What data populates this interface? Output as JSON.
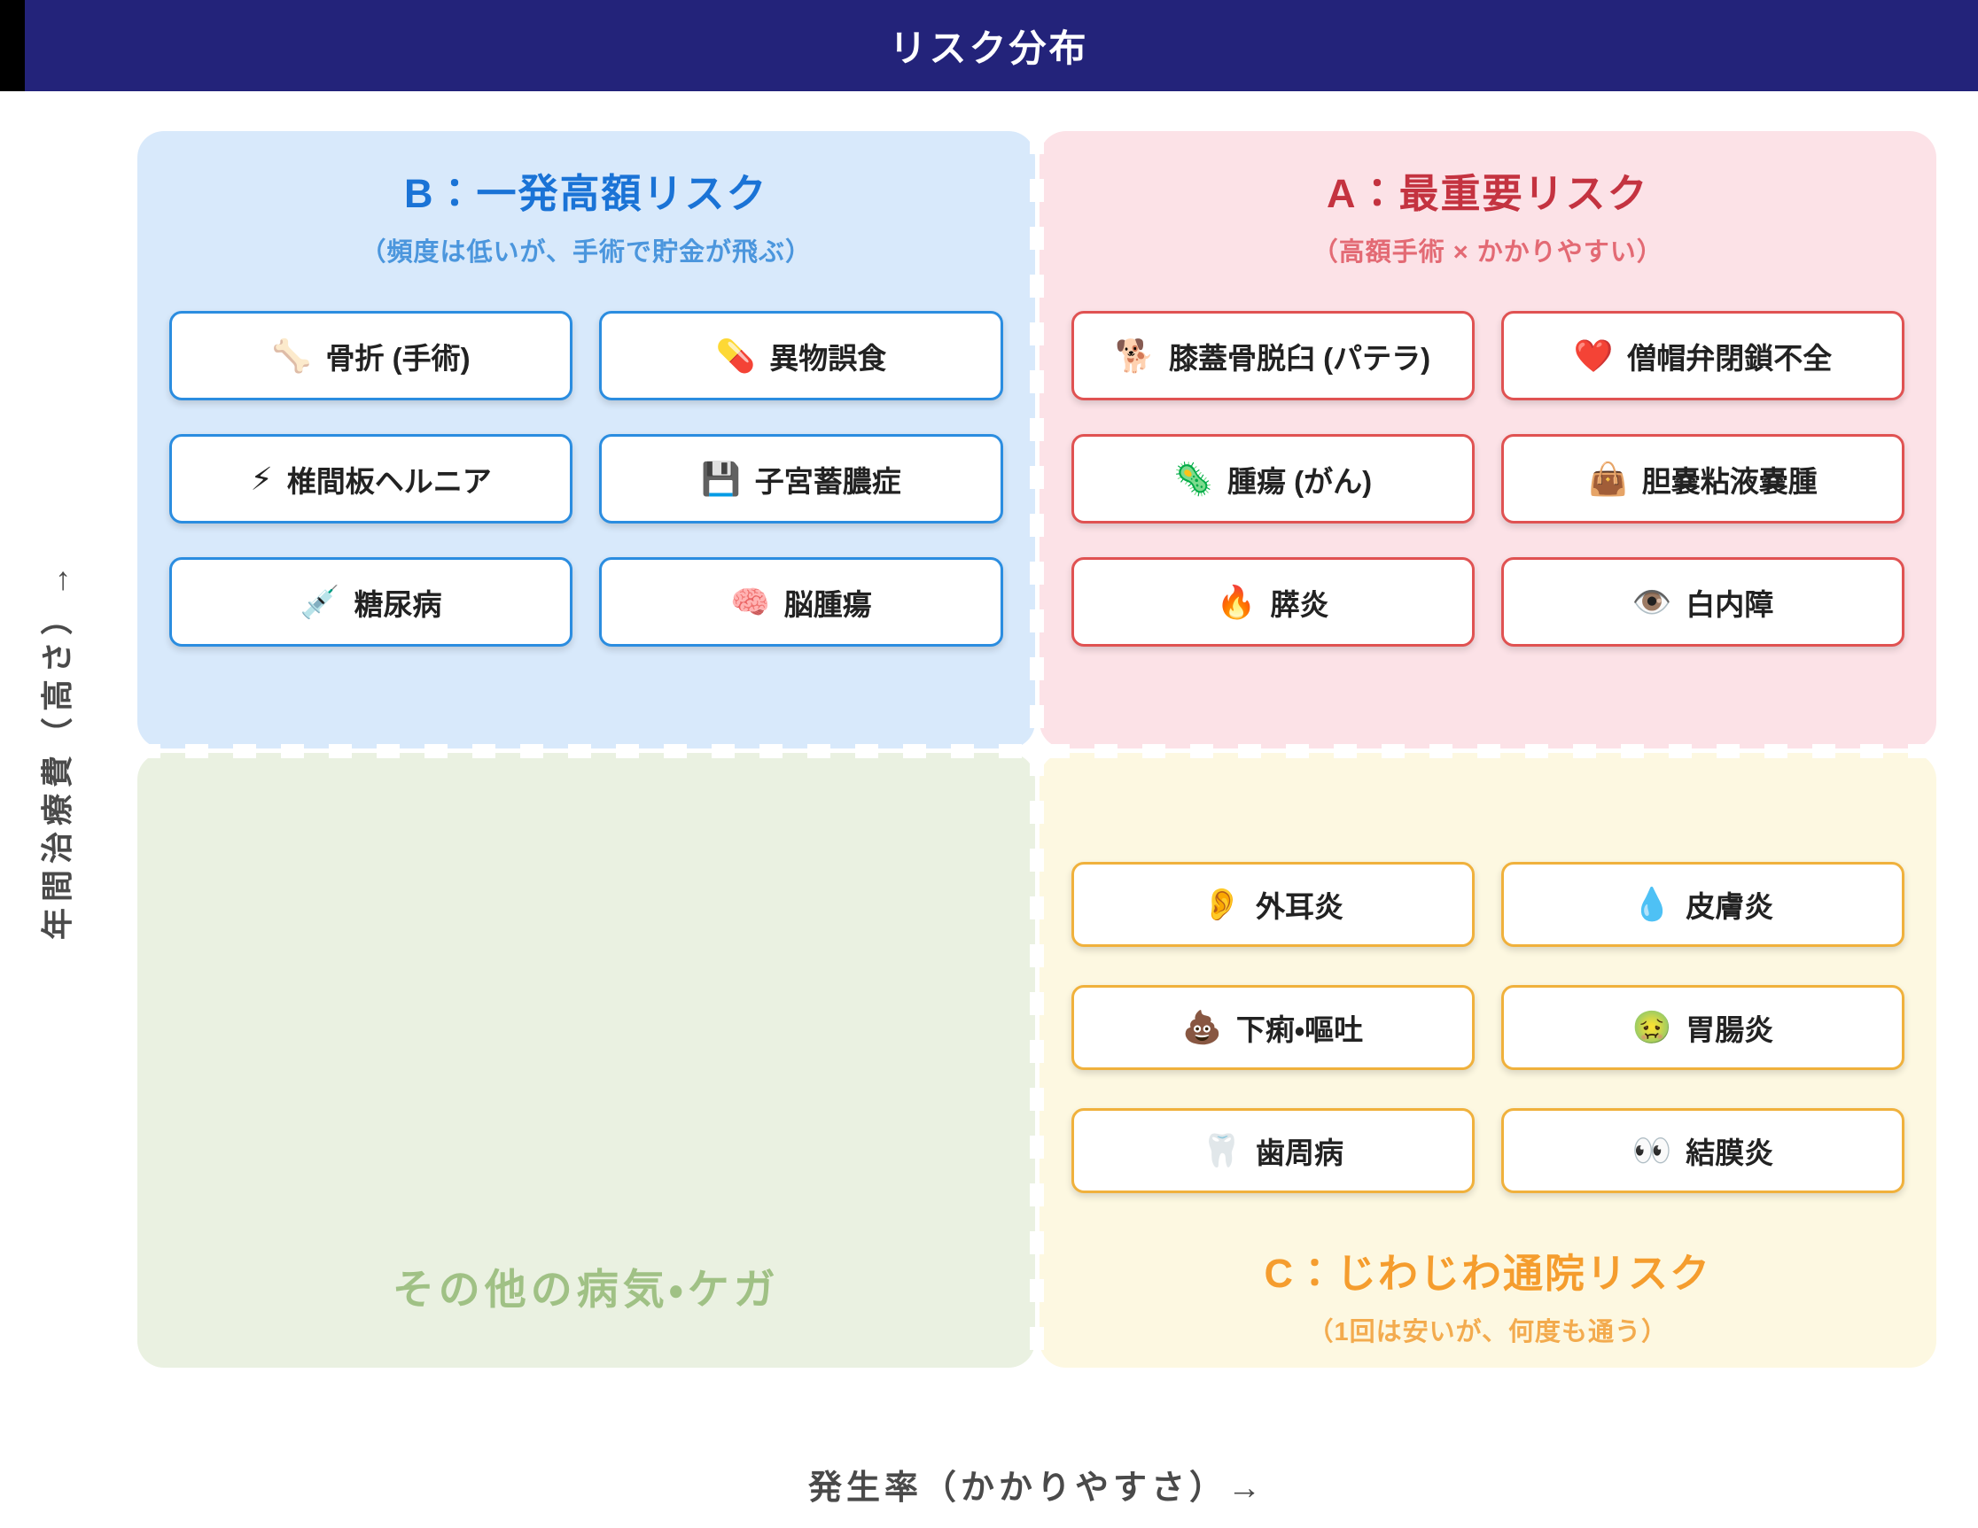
{
  "header": {
    "title": "リスク分布"
  },
  "axes": {
    "y_label": "年間治療費（高さ）→",
    "x_label": "発生率（かかりやすさ）→"
  },
  "quadrants": {
    "b": {
      "title": "B：一発高額リスク",
      "subtitle": "（頻度は低いが、手術で貯金が飛ぶ）",
      "items": [
        {
          "id": "fracture",
          "icon": "🦴",
          "icon_name": "bone-icon",
          "label": "骨折 (手術)"
        },
        {
          "id": "foreign-body",
          "icon": "💊",
          "icon_name": "pill-icon",
          "label": "異物誤食"
        },
        {
          "id": "hernia",
          "icon": "⚡",
          "icon_name": "lightning-icon",
          "label": "椎間板ヘルニア"
        },
        {
          "id": "pyometra",
          "icon": "💾",
          "icon_name": "floppy-disk-icon",
          "label": "子宮蓄膿症"
        },
        {
          "id": "diabetes",
          "icon": "💉",
          "icon_name": "syringe-icon",
          "label": "糖尿病"
        },
        {
          "id": "brain-tumor",
          "icon": "🧠",
          "icon_name": "brain-icon",
          "label": "脳腫瘍"
        }
      ]
    },
    "a": {
      "title": "A：最重要リスク",
      "subtitle": "（高額手術 × かかりやすい）",
      "items": [
        {
          "id": "patella",
          "icon": "🐕",
          "icon_name": "dog-icon",
          "label": "膝蓋骨脱臼 (パテラ)"
        },
        {
          "id": "mitral-valve",
          "icon": "❤️",
          "icon_name": "heart-icon",
          "label": "僧帽弁閉鎖不全"
        },
        {
          "id": "tumor-cancer",
          "icon": "🦠",
          "icon_name": "microbe-icon",
          "label": "腫瘍 (がん)"
        },
        {
          "id": "gallbladder",
          "icon": "👜",
          "icon_name": "handbag-icon",
          "label": "胆嚢粘液嚢腫"
        },
        {
          "id": "pancreatitis",
          "icon": "🔥",
          "icon_name": "fire-icon",
          "label": "膵炎"
        },
        {
          "id": "cataract",
          "icon": "👁️",
          "icon_name": "eye-icon",
          "label": "白内障"
        }
      ]
    },
    "c": {
      "title": "C：じわじわ通院リスク",
      "subtitle": "（1回は安いが、何度も通う）",
      "items": [
        {
          "id": "otitis-externa",
          "icon": "👂",
          "icon_name": "ear-icon",
          "label": "外耳炎"
        },
        {
          "id": "dermatitis",
          "icon": "💧",
          "icon_name": "droplet-icon",
          "label": "皮膚炎"
        },
        {
          "id": "diarrhea-vomit",
          "icon": "💩",
          "icon_name": "poop-icon",
          "label": "下痢・嘔吐"
        },
        {
          "id": "gastroenteritis",
          "icon": "🤢",
          "icon_name": "nauseated-face-icon",
          "label": "胃腸炎"
        },
        {
          "id": "periodontal",
          "icon": "🦷",
          "icon_name": "tooth-icon",
          "label": "歯周病"
        },
        {
          "id": "conjunctivitis",
          "icon": "👀",
          "icon_name": "eyes-icon",
          "label": "結膜炎"
        }
      ]
    },
    "other": {
      "title": "その他の病気・ケガ"
    }
  },
  "colors": {
    "navy": "#23237a",
    "blue_bg": "#d8e9fb",
    "blue_title": "#1a73d6",
    "blue_sub": "#4b96dd",
    "blue_border": "#2b8de0",
    "pink_bg": "#fce2e7",
    "red_title": "#c43340",
    "red_sub": "#e36a74",
    "red_border": "#e05252",
    "yellow_bg": "#fdf8e1",
    "orange_title": "#f59d2e",
    "orange_sub": "#f3ab4e",
    "orange_border": "#f0b13c",
    "green_bg": "#eaf1e1",
    "green_title": "#a0c185",
    "axis": "#4a4a4a",
    "item_text": "#222222"
  }
}
